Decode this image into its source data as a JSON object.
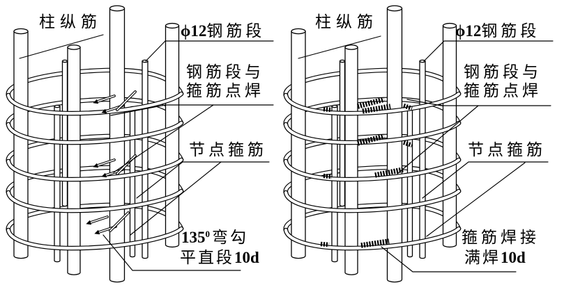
{
  "left": {
    "labels": {
      "column_bars": "柱纵筋",
      "phi_bold": "ϕ12",
      "phi_rest": "钢筋段",
      "spot_weld_line1": "钢筋段与",
      "spot_weld_line2": "箍筋点焊",
      "joint_stirrup": "节点箍筋",
      "hook_bold": "135",
      "hook_sup": "0",
      "hook_rest": "弯勾",
      "straight_text": "平直段",
      "straight_bold": "10d"
    }
  },
  "right": {
    "labels": {
      "column_bars": "柱纵筋",
      "phi_bold": "ϕ12",
      "phi_rest": "钢筋段",
      "spot_weld_line1": "钢筋段与",
      "spot_weld_line2": "箍筋点焊",
      "joint_stirrup": "节点箍筋",
      "weld_line1": "箍筋焊接",
      "full_weld_text": "满焊",
      "full_weld_bold": "10d"
    }
  },
  "colors": {
    "line": "#000000",
    "background": "#ffffff",
    "weld": "#000000"
  }
}
